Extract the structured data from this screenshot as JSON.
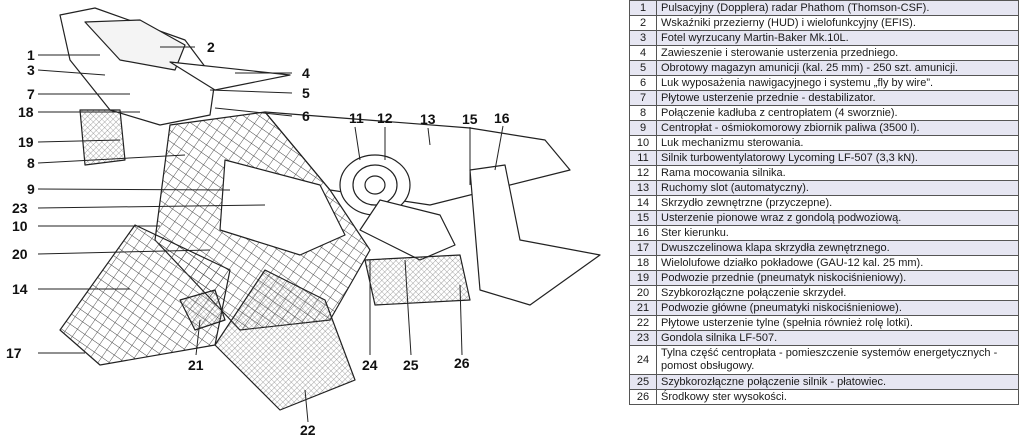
{
  "callouts": [
    {
      "id": "1",
      "text": "1"
    },
    {
      "id": "2",
      "text": "2"
    },
    {
      "id": "3",
      "text": "3"
    },
    {
      "id": "4",
      "text": "4"
    },
    {
      "id": "5",
      "text": "5"
    },
    {
      "id": "6",
      "text": "6"
    },
    {
      "id": "7",
      "text": "7"
    },
    {
      "id": "8",
      "text": "8"
    },
    {
      "id": "9",
      "text": "9"
    },
    {
      "id": "10",
      "text": "10"
    },
    {
      "id": "11",
      "text": "11"
    },
    {
      "id": "12",
      "text": "12"
    },
    {
      "id": "13",
      "text": "13"
    },
    {
      "id": "14",
      "text": "14"
    },
    {
      "id": "15",
      "text": "15"
    },
    {
      "id": "16",
      "text": "16"
    },
    {
      "id": "17",
      "text": "17"
    },
    {
      "id": "18",
      "text": "18"
    },
    {
      "id": "19",
      "text": "19"
    },
    {
      "id": "20",
      "text": "20"
    },
    {
      "id": "21",
      "text": "21"
    },
    {
      "id": "22",
      "text": "22"
    },
    {
      "id": "23",
      "text": "23"
    },
    {
      "id": "24",
      "text": "24"
    },
    {
      "id": "25",
      "text": "25"
    },
    {
      "id": "26",
      "text": "26"
    }
  ],
  "legend": [
    {
      "num": "1",
      "text": "Pulsacyjny (Dopplera) radar Phathom (Thomson-CSF)."
    },
    {
      "num": "2",
      "text": "Wskaźniki przezierny (HUD) i wielofunkcyjny (EFIS)."
    },
    {
      "num": "3",
      "text": "Fotel wyrzucany Martin-Baker Mk.10L."
    },
    {
      "num": "4",
      "text": "Zawieszenie i sterowanie usterzenia przedniego."
    },
    {
      "num": "5",
      "text": "Obrotowy magazyn amunicji (kal. 25 mm) - 250 szt. amunicji."
    },
    {
      "num": "6",
      "text": "Luk wyposażenia nawigacyjnego i systemu „fly by wire”."
    },
    {
      "num": "7",
      "text": "Płytowe usterzenie przednie - destabilizator."
    },
    {
      "num": "8",
      "text": "Połączenie kadłuba z centropłatem (4 sworznie)."
    },
    {
      "num": "9",
      "text": "Centropłat - ośmiokomorowy zbiornik paliwa (3500 l)."
    },
    {
      "num": "10",
      "text": "Luk mechanizmu sterowania."
    },
    {
      "num": "11",
      "text": "Silnik turbowentylatorowy Lycoming LF-507 (3,3 kN)."
    },
    {
      "num": "12",
      "text": "Rama mocowania silnika."
    },
    {
      "num": "13",
      "text": "Ruchomy slot (automatyczny)."
    },
    {
      "num": "14",
      "text": "Skrzydło zewnętrzne (przyczepne)."
    },
    {
      "num": "15",
      "text": "Usterzenie pionowe wraz z gondolą podwoziową."
    },
    {
      "num": "16",
      "text": "Ster kierunku."
    },
    {
      "num": "17",
      "text": "Dwuszczelinowa klapa skrzydła zewnętrznego."
    },
    {
      "num": "18",
      "text": "Wielolufowe działko pokładowe (GAU-12 kal. 25 mm)."
    },
    {
      "num": "19",
      "text": "Podwozie przednie (pneumatyk niskociśnieniowy)."
    },
    {
      "num": "20",
      "text": "Szybkorozłączne połączenie skrzydeł."
    },
    {
      "num": "21",
      "text": "Podwozie główne (pneumatyki niskociśnieniowe)."
    },
    {
      "num": "22",
      "text": "Płytowe usterzenie tylne (spełnia również rolę lotki)."
    },
    {
      "num": "23",
      "text": "Gondola silnika LF-507."
    },
    {
      "num": "24",
      "text": "Tylna część centropłata - pomieszczenie systemów energetycznych - pomost obsługowy."
    },
    {
      "num": "25",
      "text": "Szybkorozłączne połączenie silnik - płatowiec."
    },
    {
      "num": "26",
      "text": "Środkowy ster wysokości."
    }
  ]
}
